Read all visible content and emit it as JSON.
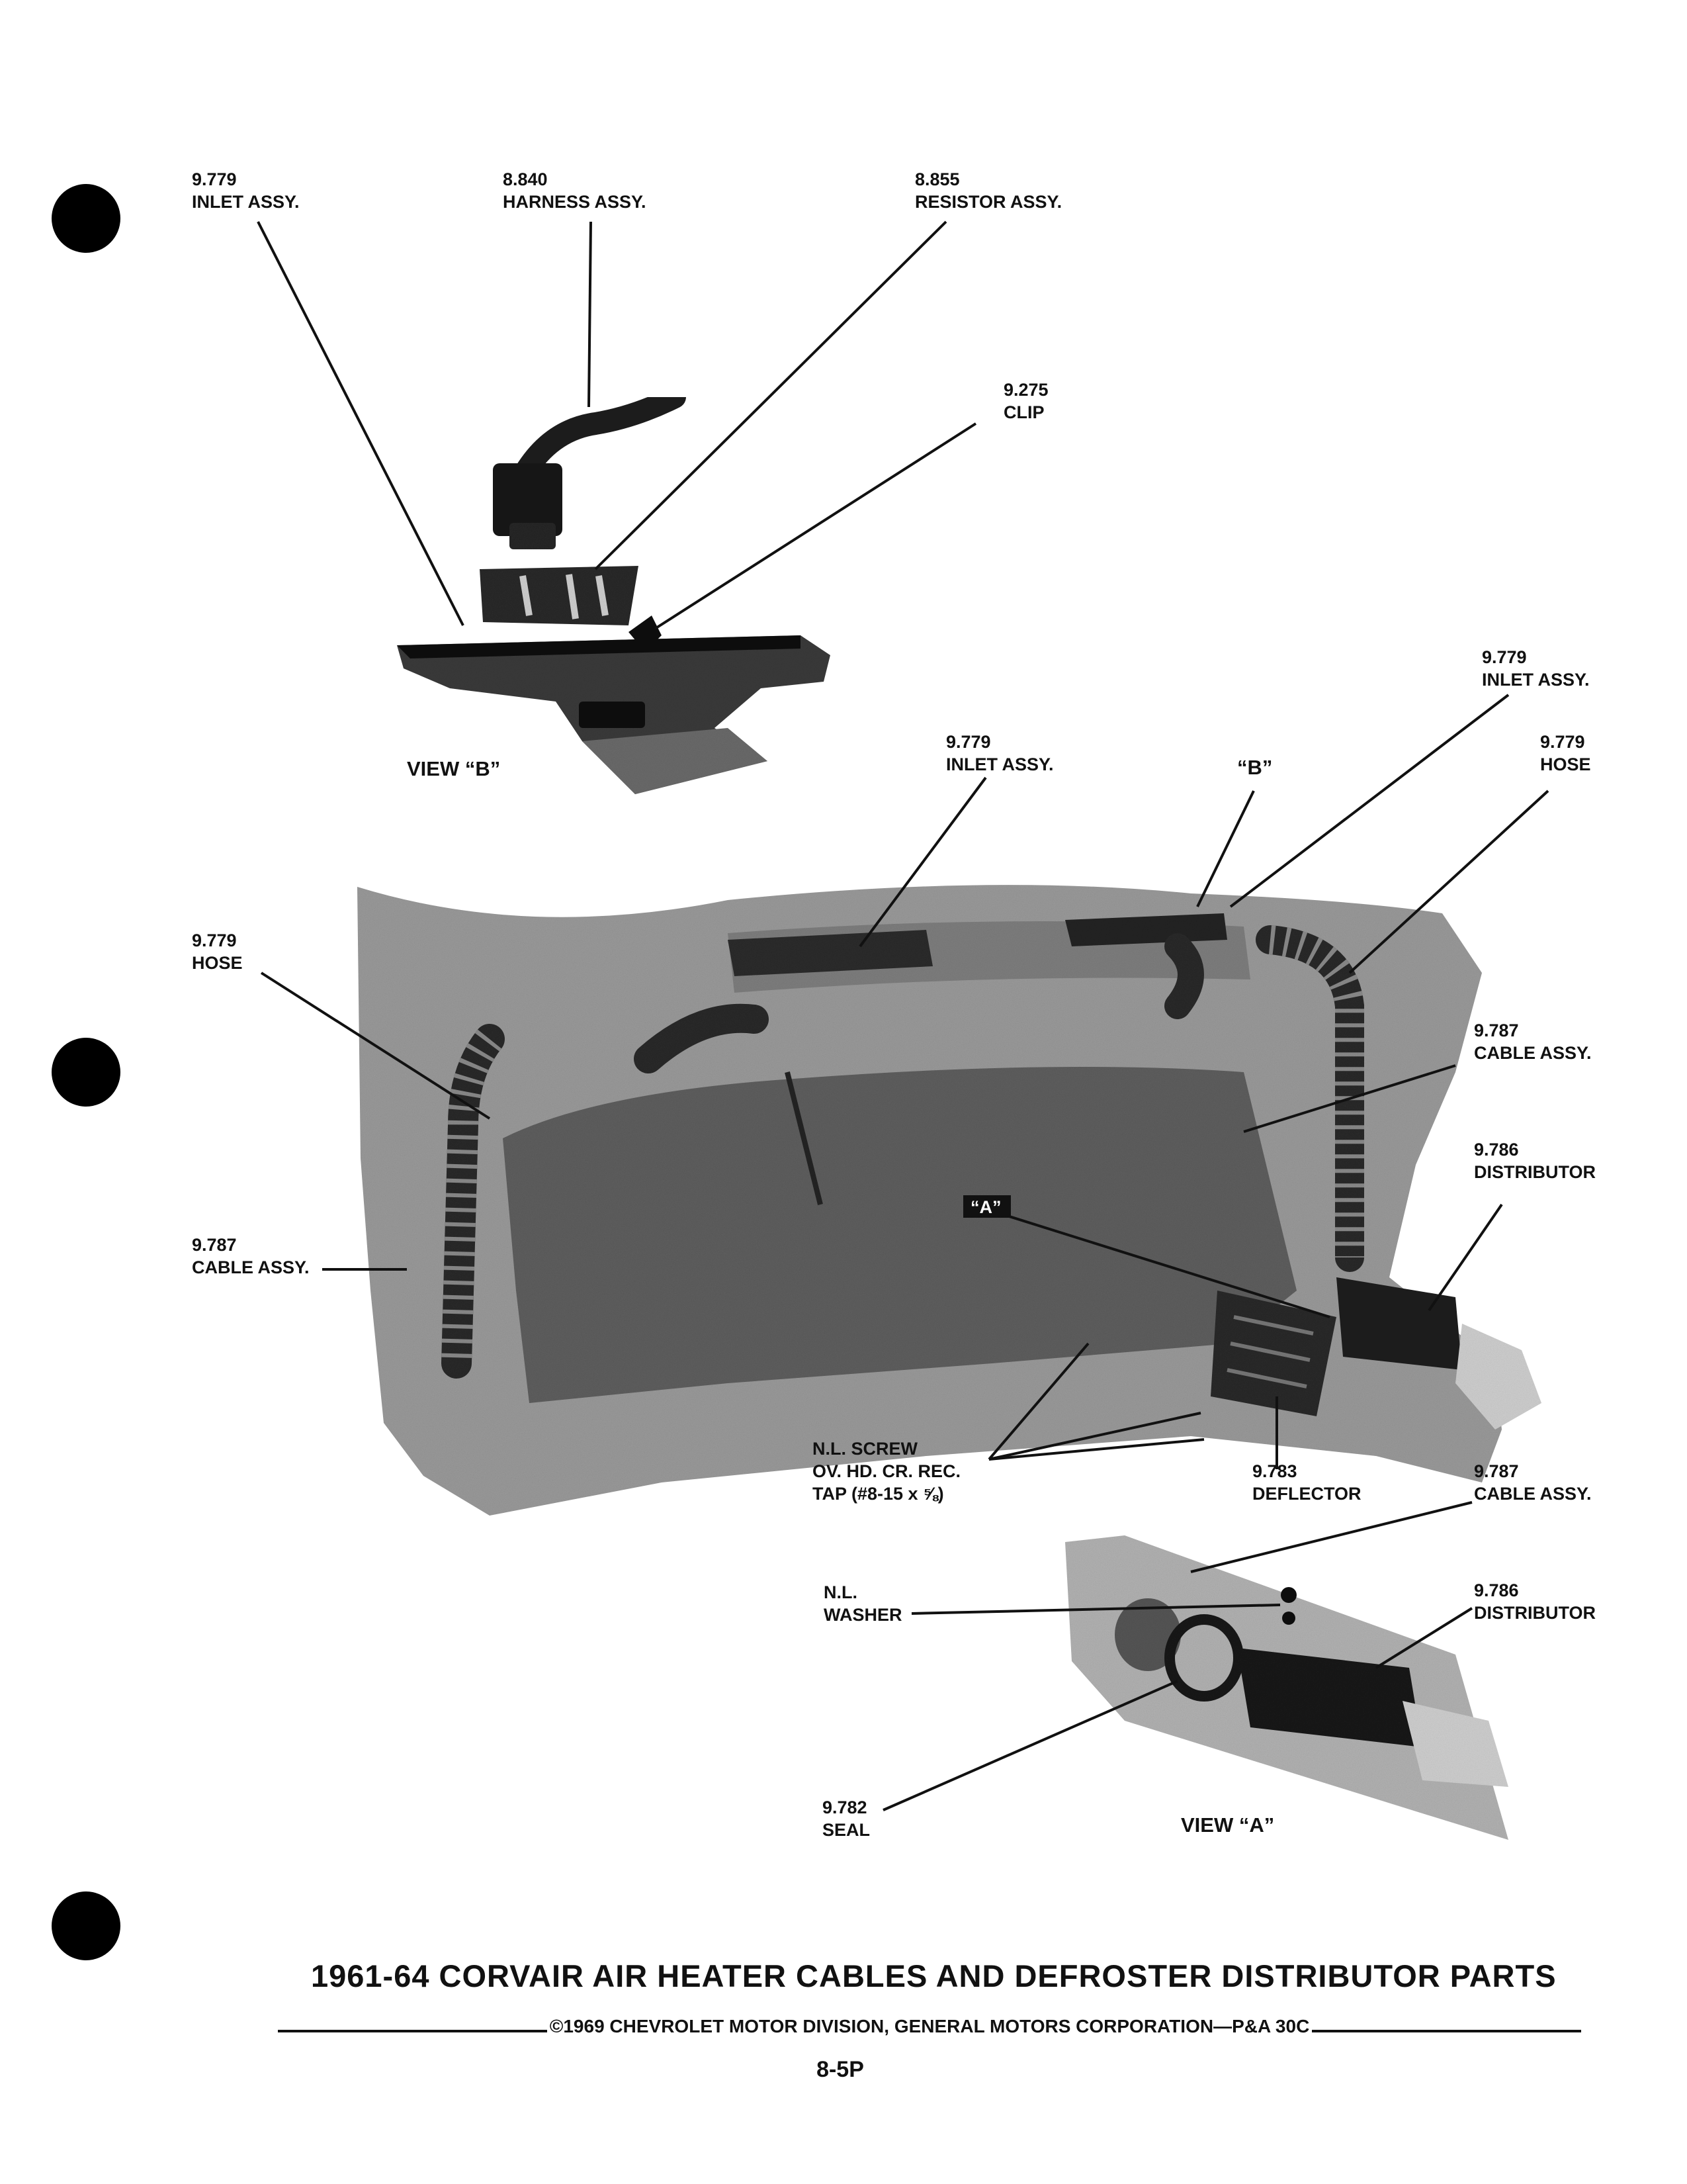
{
  "labels": {
    "inlet_top_left": {
      "num": "9.779",
      "name": "INLET ASSY."
    },
    "harness": {
      "num": "8.840",
      "name": "HARNESS ASSY."
    },
    "resistor": {
      "num": "8.855",
      "name": "RESISTOR ASSY."
    },
    "clip": {
      "num": "9.275",
      "name": "CLIP"
    },
    "inlet_right": {
      "num": "9.779",
      "name": "INLET ASSY."
    },
    "inlet_center": {
      "num": "9.779",
      "name": "INLET ASSY."
    },
    "hose_right": {
      "num": "9.779",
      "name": "HOSE"
    },
    "hose_left": {
      "num": "9.779",
      "name": "HOSE"
    },
    "cable_right": {
      "num": "9.787",
      "name": "CABLE ASSY."
    },
    "distributor_right": {
      "num": "9.786",
      "name": "DISTRIBUTOR"
    },
    "cable_left": {
      "num": "9.787",
      "name": "CABLE ASSY."
    },
    "screw": {
      "line1": "N.L. SCREW",
      "line2": "OV. HD. CR. REC.",
      "line3": "TAP (#8-15 x ⅝)"
    },
    "deflector": {
      "num": "9.783",
      "name": "DEFLECTOR"
    },
    "cable_view_a": {
      "num": "9.787",
      "name": "CABLE ASSY."
    },
    "washer": {
      "line1": "N.L.",
      "line2": "WASHER"
    },
    "distributor_view_a": {
      "num": "9.786",
      "name": "DISTRIBUTOR"
    },
    "seal": {
      "num": "9.782",
      "name": "SEAL"
    }
  },
  "views": {
    "view_b": "VIEW “B”",
    "callout_b": "“B”",
    "callout_a": "“A”",
    "view_a": "VIEW “A”"
  },
  "footer": {
    "title": "1961-64 CORVAIR AIR HEATER CABLES AND DEFROSTER DISTRIBUTOR PARTS",
    "copyright": "©1969 CHEVROLET MOTOR DIVISION, GENERAL MOTORS CORPORATION—P&A 30C",
    "page_number": "8-5P"
  }
}
